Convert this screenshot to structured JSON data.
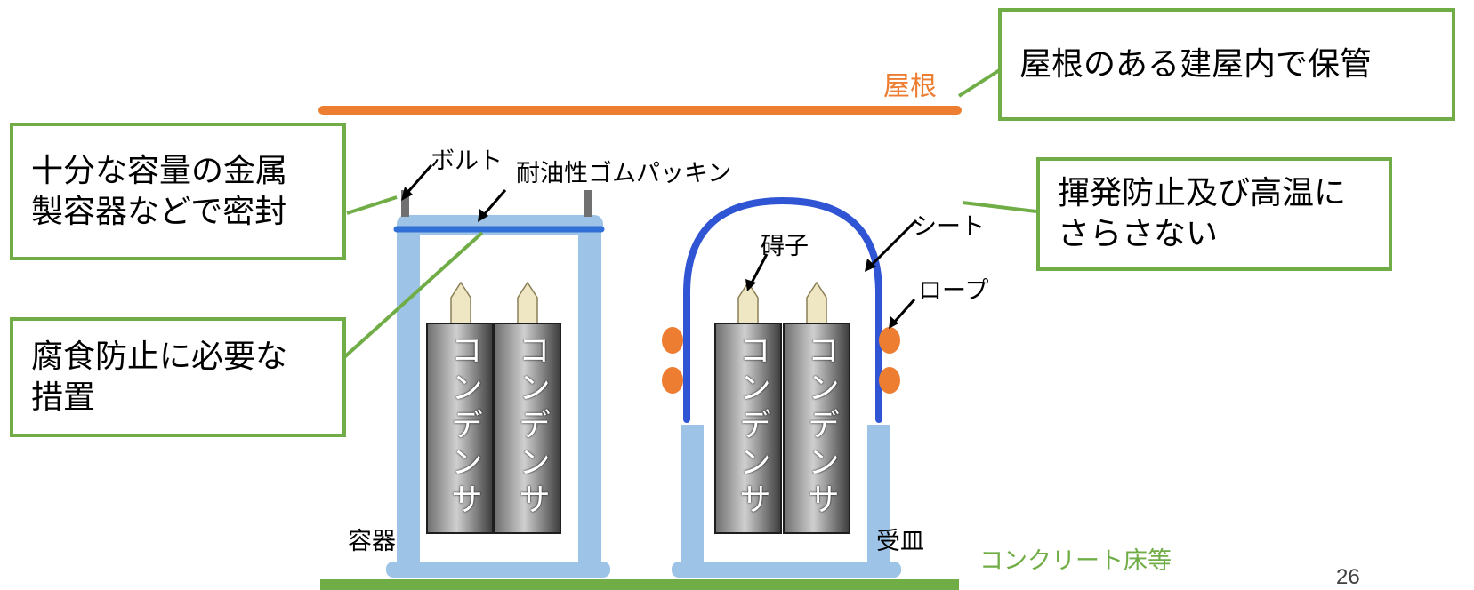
{
  "callouts": {
    "roof_storage": "屋根のある建屋内で保管",
    "metal_container_line1": "十分な容量の金属",
    "metal_container_line2": "製容器などで密封",
    "evaporation_line1": "揮発防止及び高温に",
    "evaporation_line2": "さらさない",
    "corrosion_line1": "腐食防止に必要な",
    "corrosion_line2": "措置"
  },
  "labels": {
    "roof": "屋根",
    "bolt": "ボルト",
    "gasket": "耐油性ゴムパッキン",
    "sheet": "シート",
    "insulator": "碍子",
    "rope": "ロープ",
    "container": "容器",
    "tray": "受皿",
    "floor": "コンクリート床等"
  },
  "capacitor_label": "コンデンサ",
  "page_number": "26",
  "colors": {
    "callout_border": "#70ad47",
    "roof": "#ed7d31",
    "floor": "#70ad47",
    "container": "#9dc3e6",
    "gasket": "#2f6fd6",
    "sheet": "#2f55d4",
    "rope": "#ed7d31"
  }
}
